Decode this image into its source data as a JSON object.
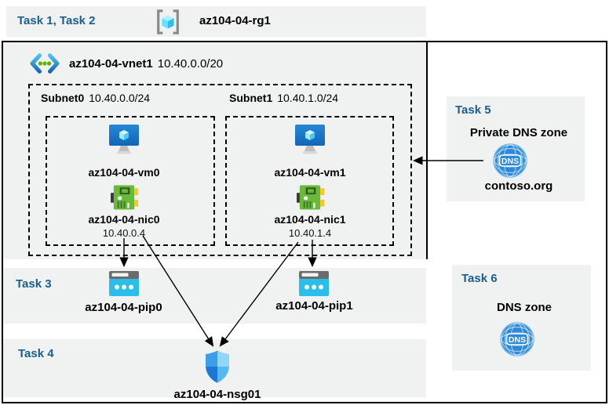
{
  "colors": {
    "task_text_blue": "#1B5E8B",
    "band_gray": "#F0F1F1",
    "frame_black": "#000000",
    "pip_cyan": "#29BFEA",
    "nic_green": "#68B93C",
    "dns_blue": "#2E8AD8",
    "vm_blue": "#1E7FD0"
  },
  "header_band": {
    "label": "Task 1, Task 2",
    "resource_group": {
      "name": "az104-04-rg1",
      "icon": "resource-group-icon"
    }
  },
  "vnet": {
    "name": "az104-04-vnet1",
    "cidr": "10.40.0.0/20",
    "icon": "virtual-network-icon",
    "subnets": [
      {
        "name": "Subnet0",
        "cidr": "10.40.0.0/24",
        "vm": "az104-04-vm0",
        "nic": "az104-04-nic0",
        "ip": "10.40.0.4"
      },
      {
        "name": "Subnet1",
        "cidr": "10.40.1.0/24",
        "vm": "az104-04-vm1",
        "nic": "az104-04-nic1",
        "ip": "10.40.1.4"
      }
    ]
  },
  "task3": {
    "label": "Task 3",
    "pips": [
      {
        "name": "az104-04-pip0",
        "icon": "public-ip-icon"
      },
      {
        "name": "az104-04-pip1",
        "icon": "public-ip-icon"
      }
    ]
  },
  "task4": {
    "label": "Task 4",
    "nsg": "az104-04-nsg01",
    "icon": "nsg-shield-icon"
  },
  "task5": {
    "label": "Task 5",
    "title": "Private DNS zone",
    "zone": "contoso.org",
    "icon": "dns-icon"
  },
  "task6": {
    "label": "Task 6",
    "title": "DNS zone",
    "icon": "dns-icon"
  }
}
